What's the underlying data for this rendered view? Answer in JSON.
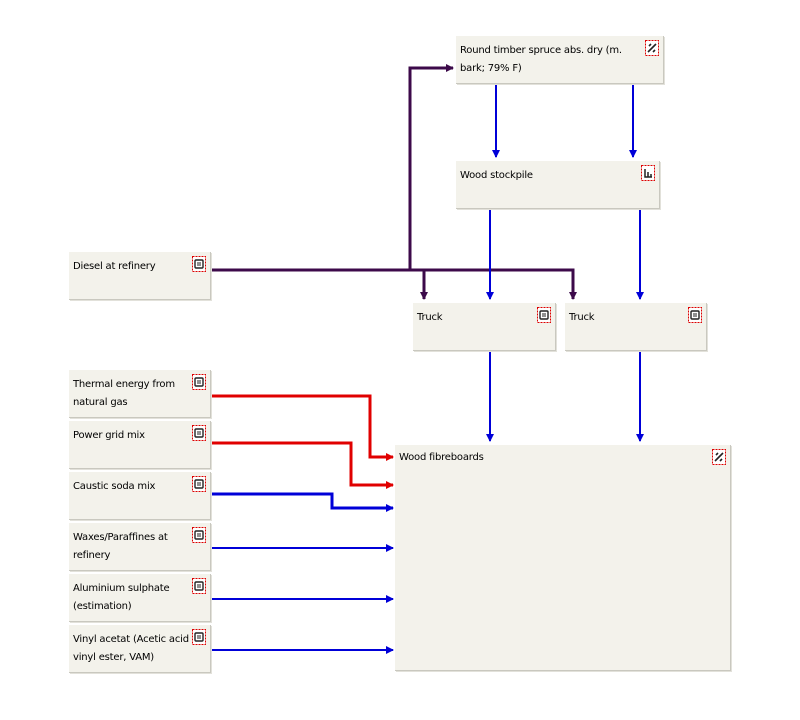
{
  "processes": {
    "round_timber": {
      "label": "Round timber spruce abs. dry (m. bark; 79% F)",
      "icon": "transform-process-icon"
    },
    "wood_stockpile": {
      "label": "Wood stockpile",
      "icon": "stockpile-process-icon"
    },
    "diesel": {
      "label": "Diesel at refinery",
      "icon": "unit-process-icon"
    },
    "truck_1": {
      "label": "Truck",
      "icon": "unit-process-icon"
    },
    "truck_2": {
      "label": "Truck",
      "icon": "unit-process-icon"
    },
    "thermal_energy": {
      "label": "Thermal energy from natural gas",
      "icon": "unit-process-icon"
    },
    "power_grid": {
      "label": "Power grid mix",
      "icon": "unit-process-icon"
    },
    "caustic_soda": {
      "label": "Caustic soda mix",
      "icon": "unit-process-icon"
    },
    "waxes": {
      "label": "Waxes/Paraffines at refinery",
      "icon": "unit-process-icon"
    },
    "aluminium_sulphate": {
      "label": "Aluminium sulphate (estimation)",
      "icon": "unit-process-icon"
    },
    "vinyl_acetat": {
      "label": "Vinyl acetat (Acetic acid vinyl ester, VAM)",
      "icon": "unit-process-icon"
    },
    "wood_fibreboards": {
      "label": "Wood fibreboards",
      "icon": "transform-process-icon"
    }
  },
  "flow_colors": {
    "energy": "#e00000",
    "material": "#0000d8",
    "fuel": "#3c0a4a"
  }
}
